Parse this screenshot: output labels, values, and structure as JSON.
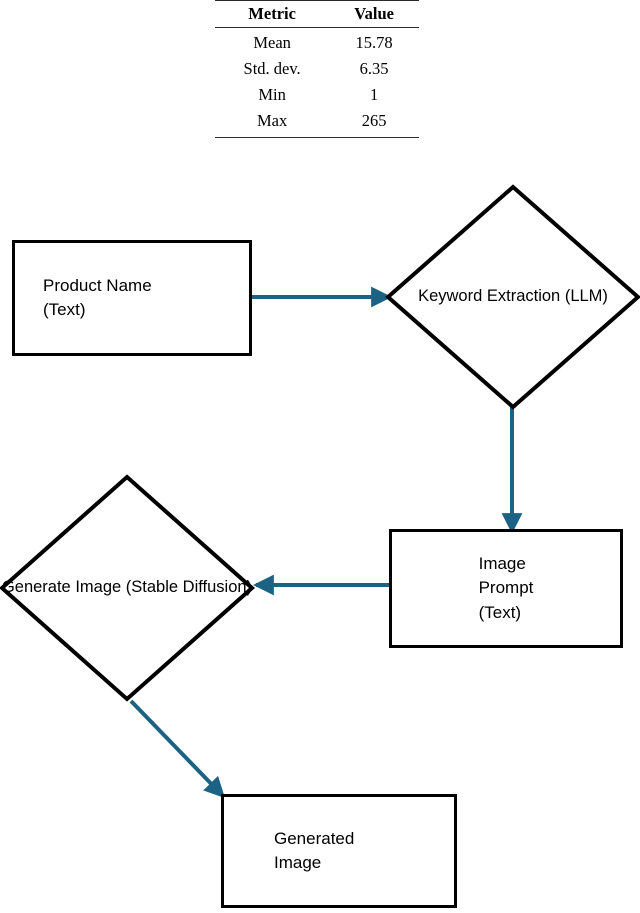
{
  "table": {
    "name": "statistics-summary-table",
    "columns": [
      "Metric",
      "Value"
    ],
    "rows": [
      {
        "metric": "Mean",
        "value": "15.78"
      },
      {
        "metric": "Std. dev.",
        "value": "6.35"
      },
      {
        "metric": "Min",
        "value": "1"
      },
      {
        "metric": "Max",
        "value": "265"
      }
    ]
  },
  "flowchart": {
    "colors": {
      "node_stroke": "#000000",
      "node_fill": "#ffffff",
      "arrow": "#1c6284",
      "text": "#000000"
    },
    "nodes": {
      "product_name": {
        "lines": [
          "Product Name",
          "(Text)"
        ],
        "shape": "rectangle"
      },
      "keyword_extraction": {
        "lines": [
          "Keyword",
          "Extraction",
          "(LLM)"
        ],
        "shape": "diamond"
      },
      "image_prompt": {
        "lines": [
          "Image",
          "Prompt",
          "(Text)"
        ],
        "shape": "rectangle"
      },
      "generate_image": {
        "lines": [
          "Generate",
          "Image",
          "(Stable",
          "Diffusion)"
        ],
        "shape": "diamond"
      },
      "generated_image": {
        "lines": [
          "Generated",
          "Image"
        ],
        "shape": "rectangle"
      }
    },
    "edges": [
      {
        "from": "product_name",
        "to": "keyword_extraction",
        "direction": "right"
      },
      {
        "from": "keyword_extraction",
        "to": "image_prompt",
        "direction": "down"
      },
      {
        "from": "image_prompt",
        "to": "generate_image",
        "direction": "left"
      },
      {
        "from": "generate_image",
        "to": "generated_image",
        "direction": "down-right"
      }
    ]
  },
  "chart_data": {
    "type": "table",
    "title": "",
    "categories": [
      "Mean",
      "Std. dev.",
      "Min",
      "Max"
    ],
    "values": [
      15.78,
      6.35,
      1,
      265
    ],
    "columns": [
      "Metric",
      "Value"
    ],
    "xlabel": "Metric",
    "ylabel": "Value"
  }
}
